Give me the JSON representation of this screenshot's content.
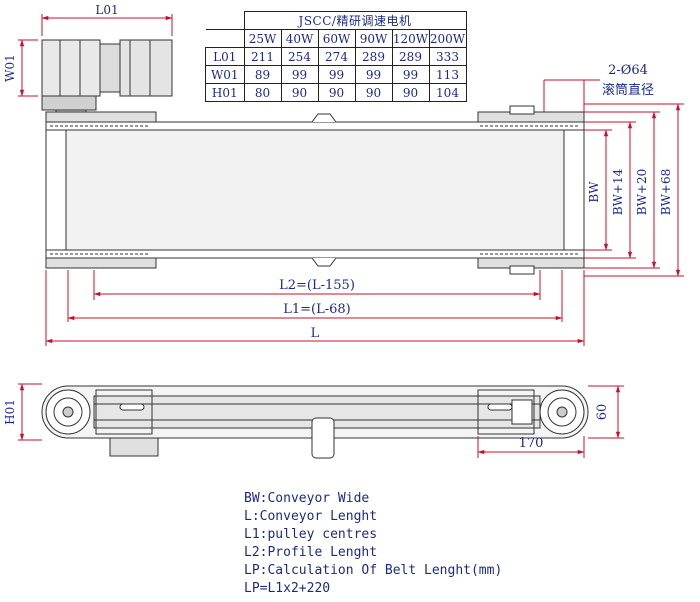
{
  "table": {
    "title": "JSCC/精研调速电机",
    "columns": [
      "25W",
      "40W",
      "60W",
      "90W",
      "120W",
      "200W"
    ],
    "rows": [
      {
        "label": "L01",
        "values": [
          "211",
          "254",
          "274",
          "289",
          "289",
          "333"
        ]
      },
      {
        "label": "W01",
        "values": [
          "89",
          "99",
          "99",
          "99",
          "99",
          "113"
        ]
      },
      {
        "label": "H01",
        "values": [
          "80",
          "90",
          "90",
          "90",
          "90",
          "104"
        ]
      }
    ]
  },
  "dimensions": {
    "l01": "L01",
    "w01": "W01",
    "h01": "H01",
    "roller": "2-Ø64",
    "roller_note": "滚筒直径",
    "bw": "BW",
    "bw14": "BW+14",
    "bw20": "BW+20",
    "bw68": "BW+68",
    "l2": "L2=(L-155)",
    "l1": "L1=(L-68)",
    "l": "L",
    "height60": "60",
    "len170": "170"
  },
  "legend": [
    "BW:Conveyor Wide",
    "L:Conveyor Lenght",
    "L1:pulley centres",
    "L2:Profile Lenght",
    "LP:Calculation Of Belt Lenght(mm)",
    "LP=L1x2+220"
  ],
  "colors": {
    "dimension": "#c8102e",
    "text": "#1a2a8a",
    "outline": "#333333",
    "belt_fill": "#f2f2f2"
  }
}
